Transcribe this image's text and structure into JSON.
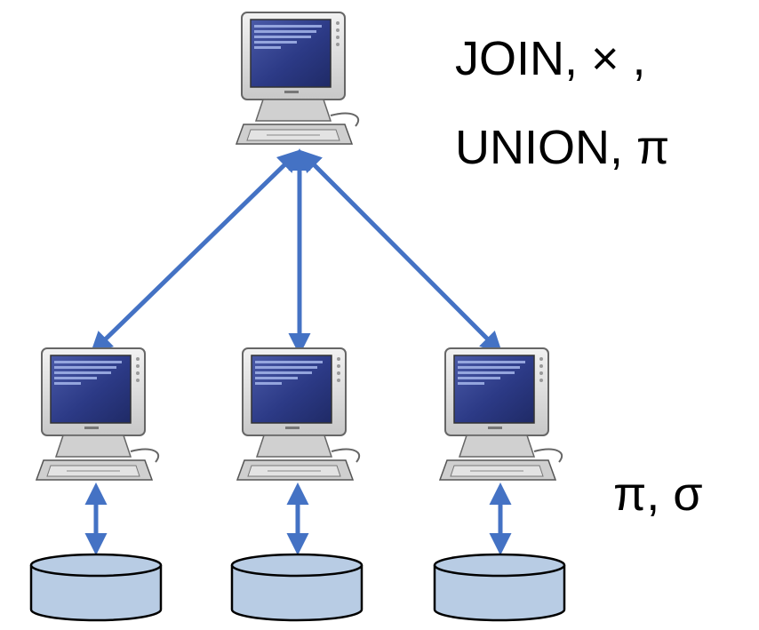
{
  "labels": {
    "coordinator_ops_line1": "JOIN, × ,",
    "coordinator_ops_line2": "UNION, π",
    "site_ops": "π, σ"
  },
  "nodes": {
    "coordinator": {
      "icon": "computer-icon"
    },
    "sites": [
      {
        "icon": "computer-icon",
        "storage_icon": "database-icon"
      },
      {
        "icon": "computer-icon",
        "storage_icon": "database-icon"
      },
      {
        "icon": "computer-icon",
        "storage_icon": "database-icon"
      }
    ]
  },
  "colors": {
    "arrow": "#4472C4",
    "database_fill": "#B8CCE4",
    "monitor_frame": "#D9D9D9",
    "screen": "#2F3F8F",
    "outline": "#000000"
  }
}
